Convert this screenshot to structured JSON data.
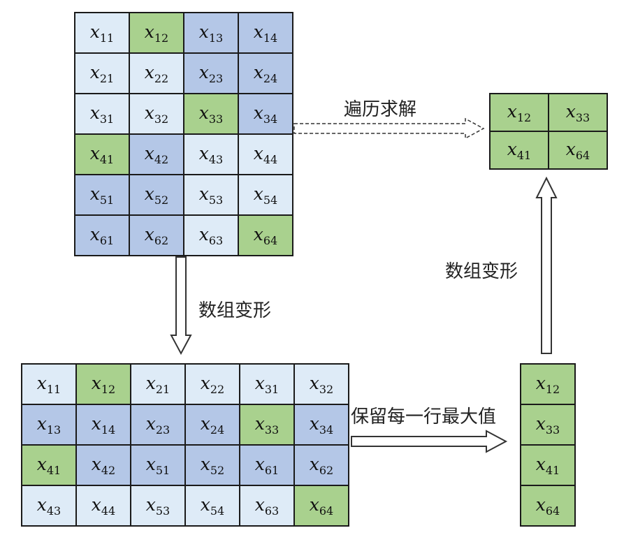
{
  "colors": {
    "light": "#deebf7",
    "blue": "#b4c7e7",
    "green": "#a9d18e"
  },
  "labels": {
    "traverse": "遍历求解",
    "reshape_down": "数组变形",
    "reshape_up": "数组变形",
    "keep_max": "保留每一行最大值"
  },
  "matrix_6x4": [
    [
      {
        "v": "x",
        "s": "11",
        "c": "light"
      },
      {
        "v": "x",
        "s": "12",
        "c": "green"
      },
      {
        "v": "x",
        "s": "13",
        "c": "blue"
      },
      {
        "v": "x",
        "s": "14",
        "c": "blue"
      }
    ],
    [
      {
        "v": "x",
        "s": "21",
        "c": "light"
      },
      {
        "v": "x",
        "s": "22",
        "c": "light"
      },
      {
        "v": "x",
        "s": "23",
        "c": "blue"
      },
      {
        "v": "x",
        "s": "24",
        "c": "blue"
      }
    ],
    [
      {
        "v": "x",
        "s": "31",
        "c": "light"
      },
      {
        "v": "x",
        "s": "32",
        "c": "light"
      },
      {
        "v": "x",
        "s": "33",
        "c": "green"
      },
      {
        "v": "x",
        "s": "34",
        "c": "blue"
      }
    ],
    [
      {
        "v": "x",
        "s": "41",
        "c": "green"
      },
      {
        "v": "x",
        "s": "42",
        "c": "blue"
      },
      {
        "v": "x",
        "s": "43",
        "c": "light"
      },
      {
        "v": "x",
        "s": "44",
        "c": "light"
      }
    ],
    [
      {
        "v": "x",
        "s": "51",
        "c": "blue"
      },
      {
        "v": "x",
        "s": "52",
        "c": "blue"
      },
      {
        "v": "x",
        "s": "53",
        "c": "light"
      },
      {
        "v": "x",
        "s": "54",
        "c": "light"
      }
    ],
    [
      {
        "v": "x",
        "s": "61",
        "c": "blue"
      },
      {
        "v": "x",
        "s": "62",
        "c": "blue"
      },
      {
        "v": "x",
        "s": "63",
        "c": "light"
      },
      {
        "v": "x",
        "s": "64",
        "c": "green"
      }
    ]
  ],
  "matrix_4x6": [
    [
      {
        "v": "x",
        "s": "11",
        "c": "light"
      },
      {
        "v": "x",
        "s": "12",
        "c": "green"
      },
      {
        "v": "x",
        "s": "21",
        "c": "light"
      },
      {
        "v": "x",
        "s": "22",
        "c": "light"
      },
      {
        "v": "x",
        "s": "31",
        "c": "light"
      },
      {
        "v": "x",
        "s": "32",
        "c": "light"
      }
    ],
    [
      {
        "v": "x",
        "s": "13",
        "c": "blue"
      },
      {
        "v": "x",
        "s": "14",
        "c": "blue"
      },
      {
        "v": "x",
        "s": "23",
        "c": "blue"
      },
      {
        "v": "x",
        "s": "24",
        "c": "blue"
      },
      {
        "v": "x",
        "s": "33",
        "c": "green"
      },
      {
        "v": "x",
        "s": "34",
        "c": "blue"
      }
    ],
    [
      {
        "v": "x",
        "s": "41",
        "c": "green"
      },
      {
        "v": "x",
        "s": "42",
        "c": "blue"
      },
      {
        "v": "x",
        "s": "51",
        "c": "blue"
      },
      {
        "v": "x",
        "s": "52",
        "c": "blue"
      },
      {
        "v": "x",
        "s": "61",
        "c": "blue"
      },
      {
        "v": "x",
        "s": "62",
        "c": "blue"
      }
    ],
    [
      {
        "v": "x",
        "s": "43",
        "c": "light"
      },
      {
        "v": "x",
        "s": "44",
        "c": "light"
      },
      {
        "v": "x",
        "s": "53",
        "c": "light"
      },
      {
        "v": "x",
        "s": "54",
        "c": "light"
      },
      {
        "v": "x",
        "s": "63",
        "c": "light"
      },
      {
        "v": "x",
        "s": "64",
        "c": "green"
      }
    ]
  ],
  "column_4x1": [
    [
      {
        "v": "x",
        "s": "12",
        "c": "green"
      }
    ],
    [
      {
        "v": "x",
        "s": "33",
        "c": "green"
      }
    ],
    [
      {
        "v": "x",
        "s": "41",
        "c": "green"
      }
    ],
    [
      {
        "v": "x",
        "s": "64",
        "c": "green"
      }
    ]
  ],
  "result_2x2": [
    [
      {
        "v": "x",
        "s": "12",
        "c": "green"
      },
      {
        "v": "x",
        "s": "33",
        "c": "green"
      }
    ],
    [
      {
        "v": "x",
        "s": "41",
        "c": "green"
      },
      {
        "v": "x",
        "s": "64",
        "c": "green"
      }
    ]
  ]
}
